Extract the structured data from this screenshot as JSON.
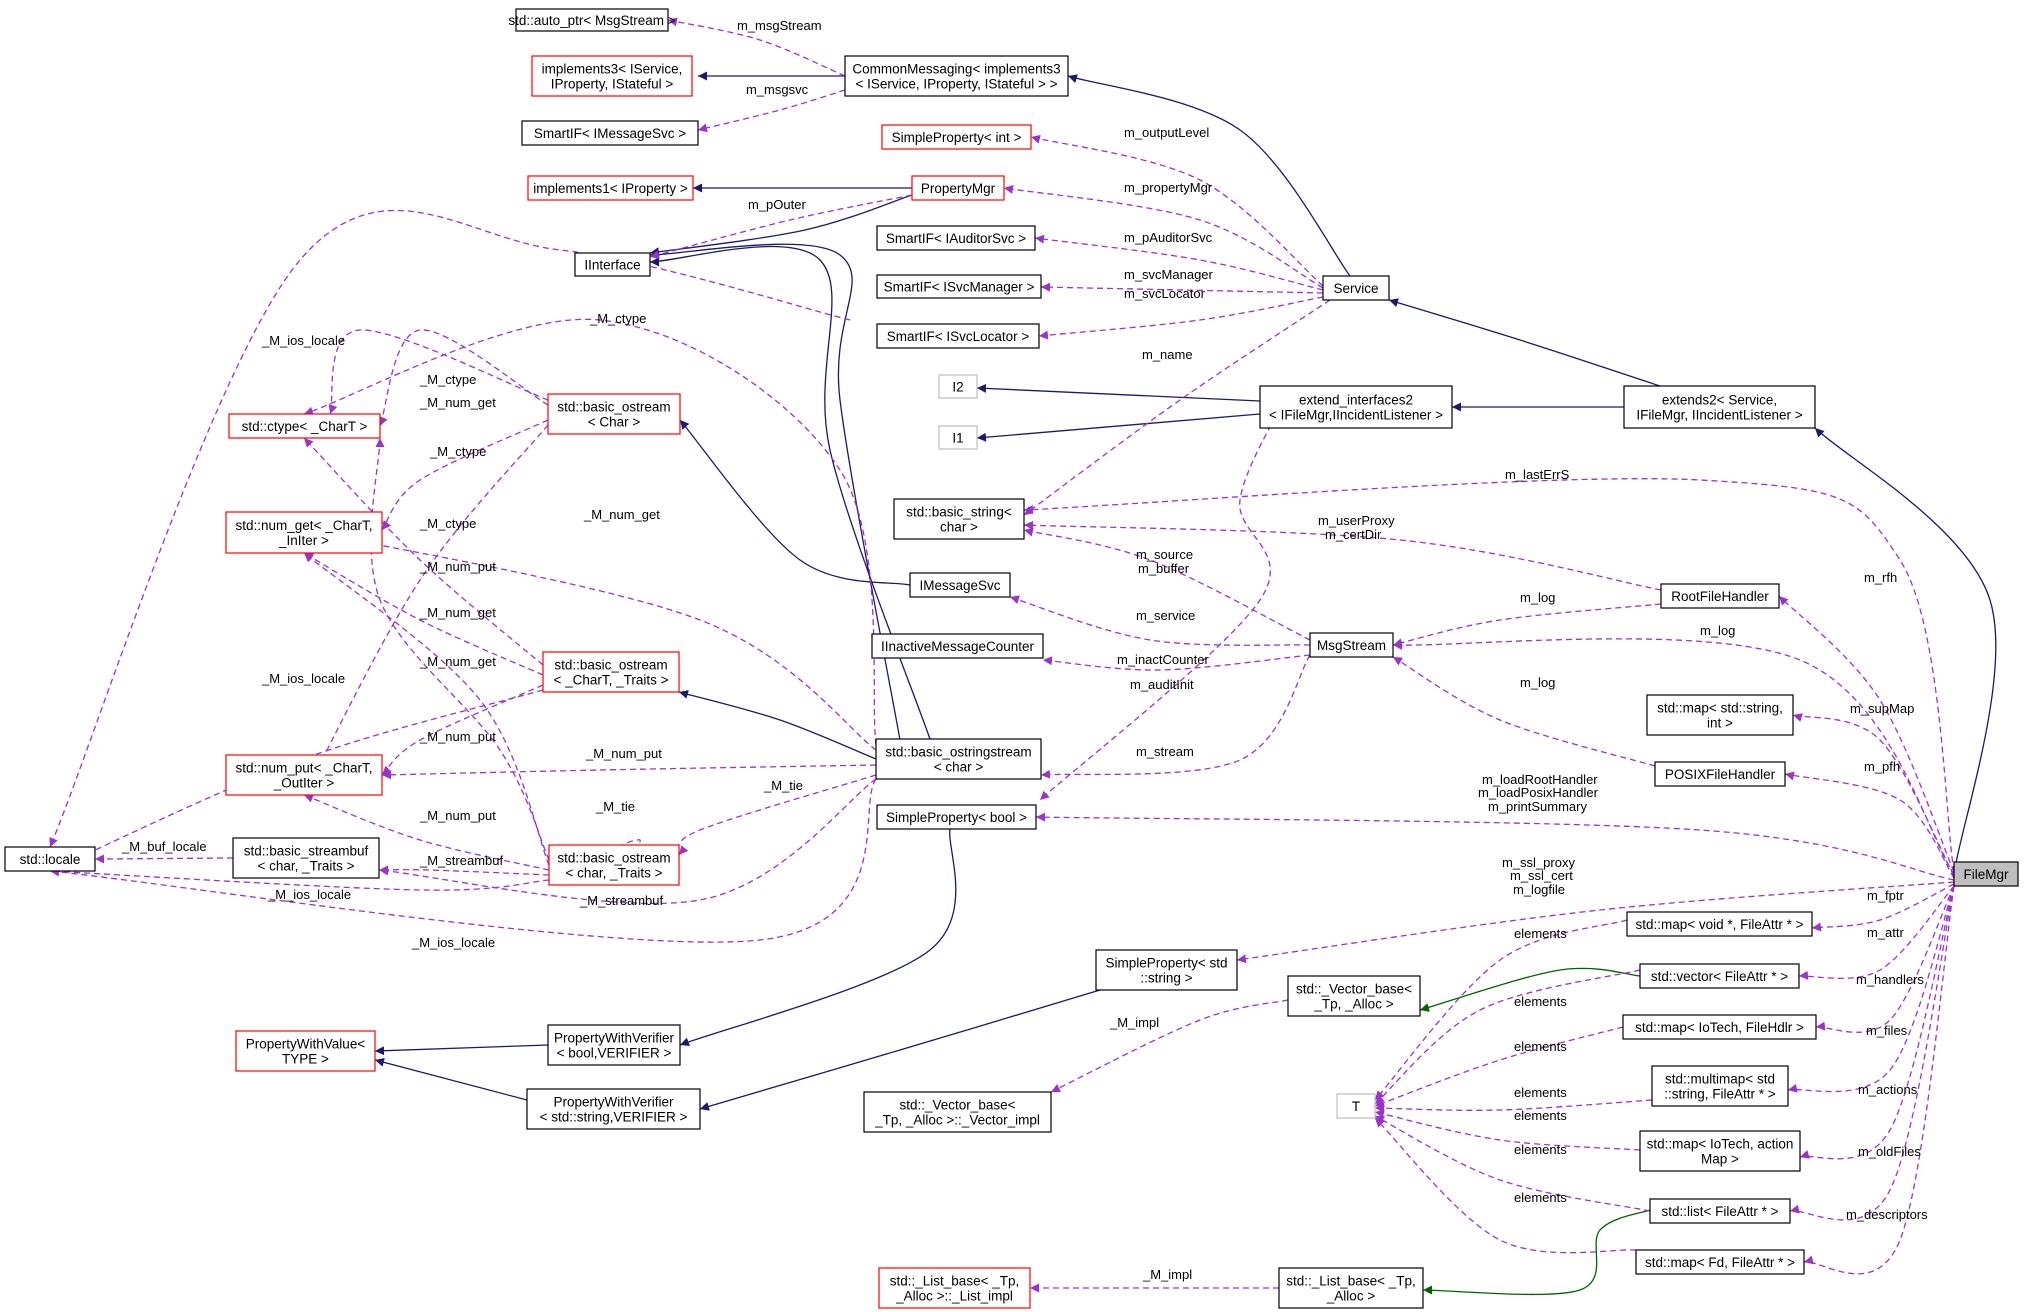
{
  "colors": {
    "inherit": "#191970",
    "usage": "#9a32cd",
    "template": "#006400",
    "border_black": "#000000",
    "border_red": "#ff0000",
    "border_gray": "#bfbfbf",
    "highlight_fill": "#bfbfbf"
  },
  "nodes": {
    "auto_ptr": {
      "lines": [
        "std::auto_ptr< MsgStream >"
      ],
      "style": "black"
    },
    "implements3": {
      "lines": [
        "implements3< IService,",
        "IProperty, IStateful >"
      ],
      "style": "red"
    },
    "commonmessaging": {
      "lines": [
        "CommonMessaging< implements3",
        "< IService, IProperty, IStateful > >"
      ],
      "style": "black"
    },
    "smartif_imsg": {
      "lines": [
        "SmartIF< IMessageSvc >"
      ],
      "style": "black"
    },
    "simpleprop_int": {
      "lines": [
        "SimpleProperty< int >"
      ],
      "style": "red"
    },
    "implements1": {
      "lines": [
        "implements1< IProperty >"
      ],
      "style": "red"
    },
    "propertymgr": {
      "lines": [
        "PropertyMgr"
      ],
      "style": "red"
    },
    "smartif_audit": {
      "lines": [
        "SmartIF< IAuditorSvc >"
      ],
      "style": "black"
    },
    "iinterface": {
      "lines": [
        "IInterface"
      ],
      "style": "black"
    },
    "smartif_svcmgr": {
      "lines": [
        "SmartIF< ISvcManager >"
      ],
      "style": "black"
    },
    "service": {
      "lines": [
        "Service"
      ],
      "style": "black"
    },
    "smartif_svcloc": {
      "lines": [
        "SmartIF< ISvcLocator >"
      ],
      "style": "black"
    },
    "i2": {
      "lines": [
        "I2"
      ],
      "style": "gray"
    },
    "i1": {
      "lines": [
        "I1"
      ],
      "style": "gray"
    },
    "extend_interfaces2": {
      "lines": [
        "extend_interfaces2",
        "< IFileMgr,IIncidentListener >"
      ],
      "style": "black"
    },
    "extends2": {
      "lines": [
        "extends2< Service,",
        "IFileMgr, IIncidentListener >"
      ],
      "style": "black"
    },
    "ctype": {
      "lines": [
        "std::ctype< _CharT >"
      ],
      "style": "red"
    },
    "basic_ostream_char": {
      "lines": [
        "std::basic_ostream",
        "< Char >"
      ],
      "style": "red"
    },
    "basic_string": {
      "lines": [
        "std::basic_string<",
        "char >"
      ],
      "style": "black"
    },
    "num_get": {
      "lines": [
        "std::num_get< _CharT,",
        "_InIter >"
      ],
      "style": "red"
    },
    "imessagesvc": {
      "lines": [
        "IMessageSvc"
      ],
      "style": "black"
    },
    "rootfilehandler": {
      "lines": [
        "RootFileHandler"
      ],
      "style": "black"
    },
    "msgstream": {
      "lines": [
        "MsgStream"
      ],
      "style": "black"
    },
    "iinactive": {
      "lines": [
        "IInactiveMessageCounter"
      ],
      "style": "black"
    },
    "basic_ostream_chart": {
      "lines": [
        "std::basic_ostream",
        "< _CharT, _Traits >"
      ],
      "style": "red"
    },
    "map_string_int": {
      "lines": [
        "std::map< std::string,",
        "int >"
      ],
      "style": "black"
    },
    "num_put": {
      "lines": [
        "std::num_put< _CharT,",
        "_OutIter >"
      ],
      "style": "red"
    },
    "basic_ostringstream": {
      "lines": [
        "std::basic_ostringstream",
        "< char >"
      ],
      "style": "black"
    },
    "posixfilehandler": {
      "lines": [
        "POSIXFileHandler"
      ],
      "style": "black"
    },
    "simpleprop_bool": {
      "lines": [
        "SimpleProperty< bool >"
      ],
      "style": "black"
    },
    "locale": {
      "lines": [
        "std::locale"
      ],
      "style": "black"
    },
    "basic_streambuf": {
      "lines": [
        "std::basic_streambuf",
        "< char, _Traits >"
      ],
      "style": "black"
    },
    "basic_ostream_char_traits": {
      "lines": [
        "std::basic_ostream",
        "< char, _Traits >"
      ],
      "style": "red"
    },
    "filemgr": {
      "lines": [
        "FileMgr"
      ],
      "style": "highlight"
    },
    "map_void": {
      "lines": [
        "std::map< void *, FileAttr * >"
      ],
      "style": "black"
    },
    "simpleprop_string": {
      "lines": [
        "SimpleProperty< std",
        "::string >"
      ],
      "style": "black"
    },
    "vector_base": {
      "lines": [
        "std::_Vector_base<",
        "_Tp, _Alloc >"
      ],
      "style": "black"
    },
    "vector_fileattr": {
      "lines": [
        "std::vector< FileAttr * >"
      ],
      "style": "black"
    },
    "propwithvalue": {
      "lines": [
        "PropertyWithValue<",
        "TYPE >"
      ],
      "style": "red"
    },
    "propverifier_bool": {
      "lines": [
        "PropertyWithVerifier",
        "< bool,VERIFIER >"
      ],
      "style": "black"
    },
    "map_iotech_hdlr": {
      "lines": [
        "std::map< IoTech, FileHdlr >"
      ],
      "style": "black"
    },
    "multimap": {
      "lines": [
        "std::multimap< std",
        "::string, FileAttr * >"
      ],
      "style": "black"
    },
    "T": {
      "lines": [
        "T"
      ],
      "style": "gray"
    },
    "propverifier_string": {
      "lines": [
        "PropertyWithVerifier",
        "< std::string,VERIFIER >"
      ],
      "style": "black"
    },
    "vector_impl": {
      "lines": [
        "std::_Vector_base<",
        "_Tp, _Alloc >::_Vector_impl"
      ],
      "style": "black"
    },
    "map_iotech_action": {
      "lines": [
        "std::map< IoTech, action",
        "Map >"
      ],
      "style": "black"
    },
    "list_fileattr": {
      "lines": [
        "std::list< FileAttr * >"
      ],
      "style": "black"
    },
    "map_fd": {
      "lines": [
        "std::map< Fd, FileAttr * >"
      ],
      "style": "black"
    },
    "list_impl": {
      "lines": [
        "std::_List_base< _Tp,",
        "_Alloc >::_List_impl"
      ],
      "style": "red"
    },
    "list_base": {
      "lines": [
        "std::_List_base< _Tp,",
        "_Alloc >"
      ],
      "style": "black"
    }
  },
  "edge_labels": {
    "m_msgStream": "m_msgStream",
    "m_msgsvc": "m_msgsvc",
    "m_outputLevel": "m_outputLevel",
    "m_propertyMgr": "m_propertyMgr",
    "m_pOuter": "m_pOuter",
    "m_pAuditorSvc": "m_pAuditorSvc",
    "m_svcManager": "m_svcManager",
    "m_svcLocator": "m_svcLocator",
    "_M_ctype_top": "_M_ctype",
    "m_name": "m_name",
    "_M_ios_locale_top": "_M_ios_locale",
    "_M_ctype_a": "_M_ctype",
    "_M_num_get_a": "_M_num_get",
    "_M_ctype_b": "_M_ctype",
    "m_lastErrS": "m_lastErrS",
    "_M_num_get_b": "_M_num_get",
    "m_userProxy": "m_userProxy",
    "m_certDir": "m_certDir",
    "_M_ctype_c": "_M_ctype",
    "m_source": "m_source",
    "m_buffer": "m_buffer",
    "_M_num_put_a": "_M_num_put",
    "m_rfh": "m_rfh",
    "m_log_a": "m_log",
    "_M_num_get_c": "_M_num_get",
    "m_service": "m_service",
    "m_log_b": "m_log",
    "_M_ios_locale_b": "_M_ios_locale",
    "_M_num_get_d": "_M_num_get",
    "m_inactCounter": "m_inactCounter",
    "m_auditInit": "m_auditInit",
    "m_log_c": "m_log",
    "m_supMap": "m_supMap",
    "_M_num_put_b": "_M_num_put",
    "_M_num_put_c": "_M_num_put",
    "m_stream": "m_stream",
    "m_pfh": "m_pfh",
    "_M_tie_a": "_M_tie",
    "m_loadRootHandler": "m_loadRootHandler",
    "m_loadPosixHandler": "m_loadPosixHandler",
    "m_printSummary": "m_printSummary",
    "_M_tie_b": "_M_tie",
    "_M_num_put_d": "_M_num_put",
    "_M_buf_locale": "_M_buf_locale",
    "_M_streambuf_a": "_M_streambuf",
    "m_ssl_proxy": "m_ssl_proxy",
    "m_ssl_cert": "m_ssl_cert",
    "m_logfile": "m_logfile",
    "_M_ios_locale_c": "_M_ios_locale",
    "_M_streambuf_b": "_M_streambuf",
    "m_fptr": "m_fptr",
    "elements_a": "elements",
    "m_attr": "m_attr",
    "_M_ios_locale_d": "_M_ios_locale",
    "m_handlers": "m_handlers",
    "elements_b": "elements",
    "_M_impl_a": "_M_impl",
    "m_files": "m_files",
    "elements_c": "elements",
    "elements_d": "elements",
    "m_actions": "m_actions",
    "elements_e": "elements",
    "elements_f": "elements",
    "m_oldFiles": "m_oldFiles",
    "elements_g": "elements",
    "m_descriptors": "m_descriptors",
    "_M_impl_b": "_M_impl"
  }
}
